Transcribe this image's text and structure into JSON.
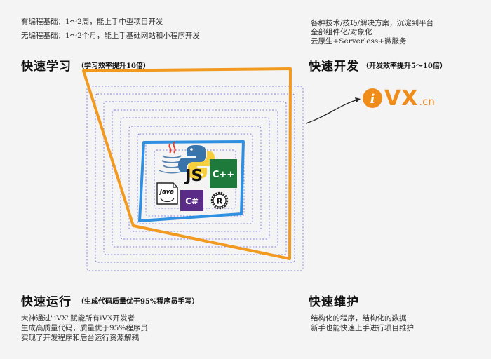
{
  "top_left": {
    "lines": [
      "有编程基础：1～2周，能上手中型项目开发",
      "无编程基础：1～2个月，能上手基础网站和小程序开发"
    ],
    "heading": "快速学习",
    "subheading": "（学习效率提升10倍）"
  },
  "top_right": {
    "lines": [
      "各种技术/技巧/解决方案，沉淀到平台",
      "全部组件化/对象化",
      "云原生+Serverless+微服务"
    ],
    "heading": "快速开发",
    "subheading": "（开发效率提升5～10倍）"
  },
  "bottom_left": {
    "heading": "快速运行",
    "subheading": "（生成代码质量优于95%程序员手写）",
    "lines": [
      "大神通过\"iVX\"赋能所有iVX开发者",
      "生成高质量代码，质量优于95%程序员",
      "实现了开发程序和后台运行资源解耦"
    ]
  },
  "bottom_right": {
    "heading": "快速维护",
    "lines": [
      "结构化的程序，结构化的数据",
      "新手也能快速上手进行项目维护"
    ]
  },
  "logo": {
    "letter": "i",
    "text": "VX",
    "tld": ".cn"
  },
  "languages": {
    "js": "JS",
    "cpp": "C++",
    "csharp": "C#",
    "java_doc": "Java",
    "rust": "R"
  },
  "colors": {
    "orange": "#f29a1f",
    "blue": "#2f8fe0",
    "dashed": "#7b7be0",
    "cpp_green": "#1e7a3a",
    "csharp_purple": "#5b2c87",
    "logo_orange": "#f08c1a"
  }
}
